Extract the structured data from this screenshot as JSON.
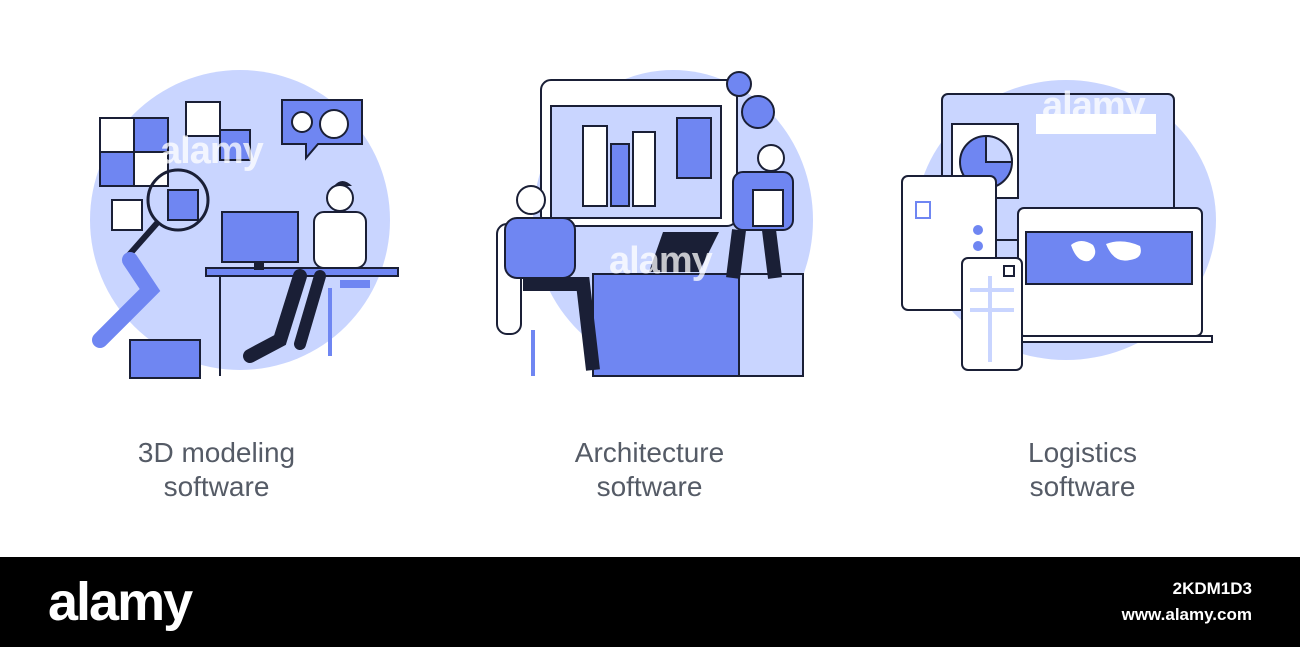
{
  "panels": [
    {
      "caption_line1": "3D modeling",
      "caption_line2": "software",
      "icon": "3d-modeling-illustration"
    },
    {
      "caption_line1": "Architecture",
      "caption_line2": "software",
      "icon": "architecture-illustration"
    },
    {
      "caption_line1": "Logistics",
      "caption_line2": "software",
      "icon": "logistics-illustration"
    }
  ],
  "watermark": {
    "text": "alamy",
    "logo": "alamy",
    "image_code": "2KDM1D3",
    "site": "www.alamy.com"
  },
  "colors": {
    "accent": "#6f86f2",
    "light": "#c9d5ff",
    "ink": "#1a1f36"
  }
}
